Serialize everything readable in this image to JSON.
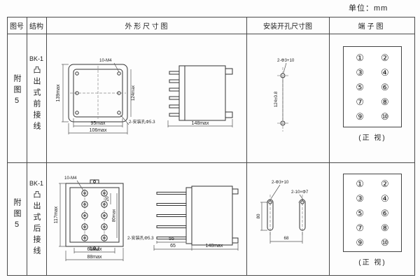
{
  "unit_label": "单位：mm",
  "headers": {
    "fig_no": "图号",
    "structure": "结构",
    "outline": "外 形 尺 寸 图",
    "mounting": "安装开孔尺寸图",
    "terminal": "端子图"
  },
  "rows": [
    {
      "fig_no": "附图5",
      "model": "BK-1",
      "structure": "凸出式前接线",
      "outline": {
        "height": "139max",
        "screw_note": "10-M4",
        "inner_height": "124max",
        "inner_width": "95max",
        "width": "106max",
        "hole_note": "2-安装孔Φ5.3",
        "depth": "148max"
      },
      "mounting": {
        "hole_note": "2-Φ3+10",
        "v_spacing": "124±0.8"
      },
      "terminals": [
        "①",
        "②",
        "③",
        "④",
        "⑤",
        "⑥",
        "⑦",
        "⑧",
        "⑨",
        "⑩"
      ],
      "view_caption": "(正 视)"
    },
    {
      "fig_no": "附图5",
      "model": "BK-1",
      "structure": "凸出式后接线",
      "outline": {
        "height": "117max",
        "screw_note": "10-M4",
        "pitch": "20",
        "stud_field_height": "80max",
        "inner_width": "63max",
        "width": "88max",
        "hole_note": "2-安装孔Φ5.3",
        "stud_depth": "55",
        "depth_a": "65",
        "depth": "148max"
      },
      "mounting": {
        "hole_note": "2-Φ3+10",
        "slot_note": "2-10×Φ7",
        "v_spacing": "80",
        "h_spacing": "68"
      },
      "terminals": [
        "①",
        "②",
        "③",
        "④",
        "⑤",
        "⑥",
        "⑦",
        "⑧",
        "⑨",
        "⑩"
      ],
      "view_caption": "(正 视)"
    }
  ]
}
